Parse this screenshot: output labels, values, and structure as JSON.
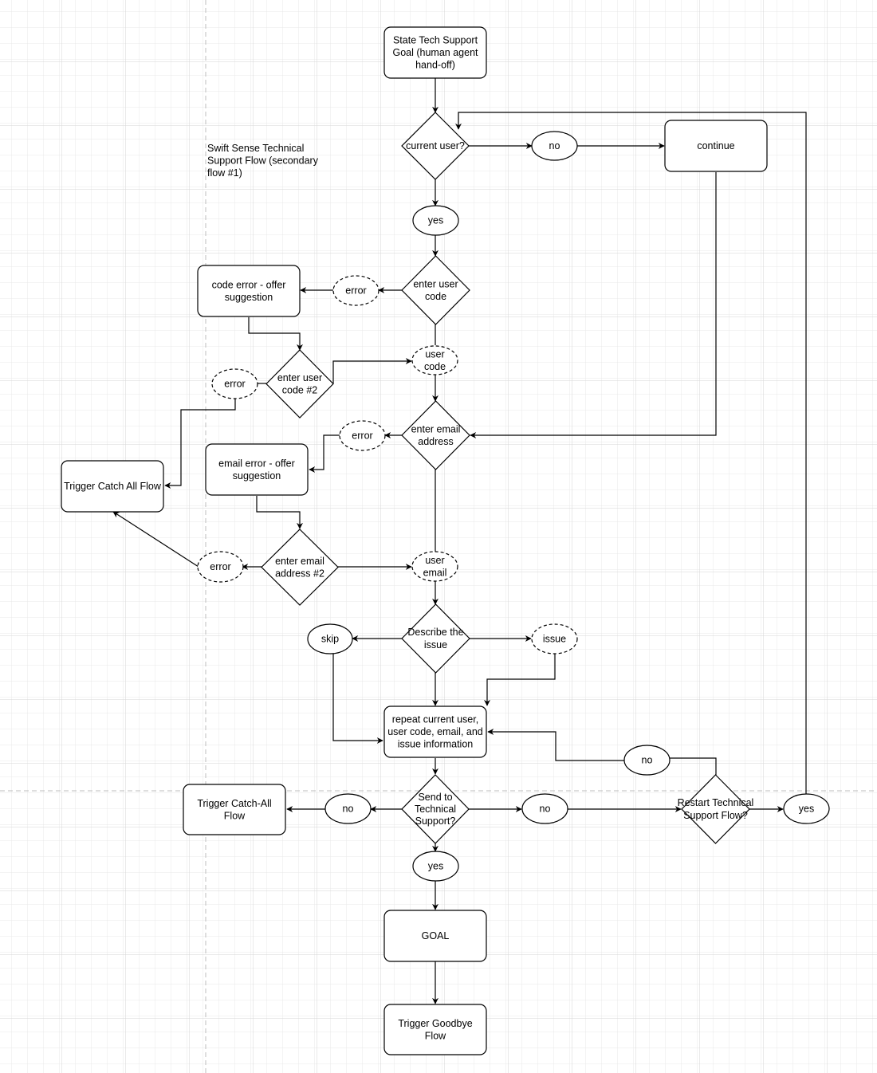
{
  "diagram": {
    "annotation": [
      "Swift Sense Technical",
      "Support Flow (secondary",
      "flow #1)"
    ],
    "nodes": {
      "start": [
        "State Tech Support",
        "Goal (human agent",
        "hand-off)"
      ],
      "current_user": [
        "current user?"
      ],
      "no_1": [
        "no"
      ],
      "continue": [
        "continue"
      ],
      "yes_1": [
        "yes"
      ],
      "enter_user_code": [
        "enter user",
        "code"
      ],
      "error_1": [
        "error"
      ],
      "code_error": [
        "code error - offer",
        "suggestion"
      ],
      "enter_user_code_2": [
        "enter user",
        "code #2"
      ],
      "error_2": [
        "error"
      ],
      "user_code": [
        "user",
        "code"
      ],
      "trigger_catch_all": [
        "Trigger Catch All Flow"
      ],
      "enter_email": [
        "enter email",
        "address"
      ],
      "error_3": [
        "error"
      ],
      "email_error": [
        "email error - offer",
        "suggestion"
      ],
      "enter_email_2": [
        "enter email",
        "address #2"
      ],
      "error_4": [
        "error"
      ],
      "user_email": [
        "user",
        "email"
      ],
      "describe": [
        "Describe the",
        "issue"
      ],
      "skip": [
        "skip"
      ],
      "issue": [
        "issue"
      ],
      "repeat": [
        "repeat current user,",
        "user code, email, and",
        "issue information"
      ],
      "no_2": [
        "no"
      ],
      "send_tech": [
        "Send to",
        "Technical",
        "Support?"
      ],
      "no_3": [
        "no"
      ],
      "trigger_catch_all_2": [
        "Trigger Catch-All",
        "Flow"
      ],
      "no_4": [
        "no"
      ],
      "restart": [
        "Restart Technical",
        "Support Flow?"
      ],
      "yes_2": [
        "yes"
      ],
      "yes_3": [
        "yes"
      ],
      "goal": [
        "GOAL"
      ],
      "goodbye": [
        "Trigger Goodbye",
        "Flow"
      ]
    }
  }
}
